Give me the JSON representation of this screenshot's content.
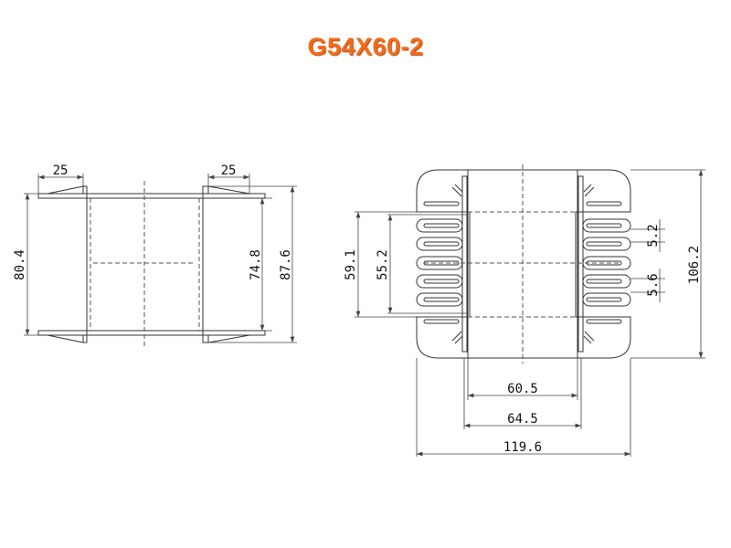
{
  "title": "G54X60-2",
  "side_view": {
    "flange_width_left": "25",
    "flange_width_right": "25",
    "height_inner": "80.4",
    "height_core": "74.8",
    "height_total": "87.6"
  },
  "front_view": {
    "window_outer": "59.1",
    "window_inner": "55.2",
    "pitch_a": "5.2",
    "pitch_b": "5.6",
    "total_height": "106.2",
    "width_inner": "60.5",
    "width_core": "64.5",
    "total_width": "119.6"
  },
  "colors": {
    "title": "#f26c1c"
  }
}
